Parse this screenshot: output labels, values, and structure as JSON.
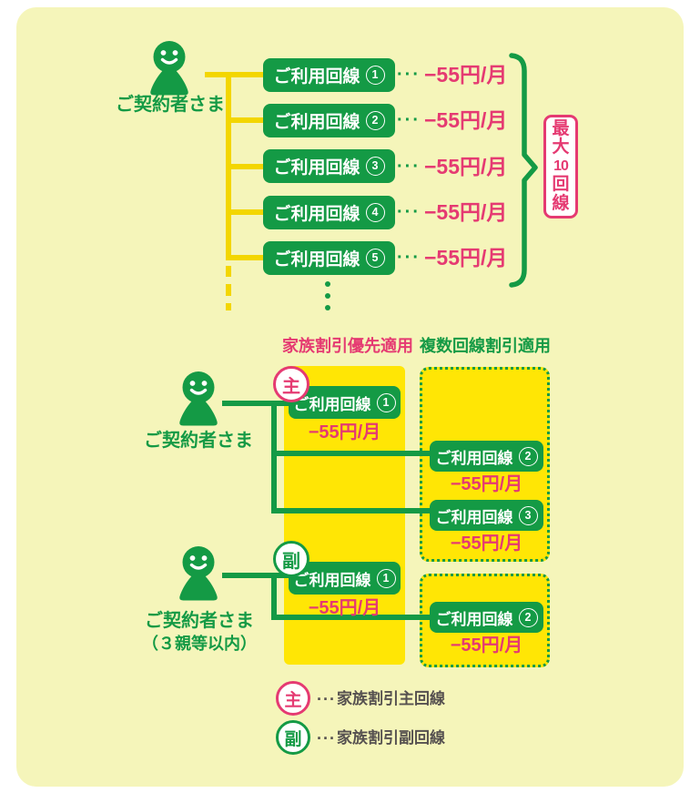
{
  "colors": {
    "green": "#149a45",
    "pink": "#e53a72",
    "bright_yellow": "#ffe605",
    "panel_bg": "#f5f5ba",
    "line_yellow": "#f3d600",
    "dark_text": "#565150"
  },
  "top": {
    "contractor": "ご契約者さま",
    "rows": [
      {
        "label": "ご利用回線",
        "num": "1",
        "dots": "···",
        "discount": "−55円/月"
      },
      {
        "label": "ご利用回線",
        "num": "2",
        "dots": "···",
        "discount": "−55円/月"
      },
      {
        "label": "ご利用回線",
        "num": "3",
        "dots": "···",
        "discount": "−55円/月"
      },
      {
        "label": "ご利用回線",
        "num": "4",
        "dots": "···",
        "discount": "−55円/月"
      },
      {
        "label": "ご利用回線",
        "num": "5",
        "dots": "···",
        "discount": "−55円/月"
      }
    ],
    "max_badge": {
      "line1": "最",
      "line2": "大",
      "line3": "10",
      "line4": "回",
      "line5": "線"
    }
  },
  "family": {
    "header_priority": "家族割引優先適用",
    "header_multi": "複数回線割引適用",
    "main": {
      "contractor": "ご契約者さま",
      "badge": "主",
      "line1": {
        "label": "ご利用回線",
        "num": "1",
        "discount": "−55円/月"
      },
      "multi_lines": [
        {
          "label": "ご利用回線",
          "num": "2",
          "discount": "−55円/月"
        },
        {
          "label": "ご利用回線",
          "num": "3",
          "discount": "−55円/月"
        }
      ]
    },
    "sub": {
      "contractor": "ご契約者さま",
      "contractor_note": "（３親等以内）",
      "badge": "副",
      "line1": {
        "label": "ご利用回線",
        "num": "1",
        "discount": "−55円/月"
      },
      "multi_lines": [
        {
          "label": "ご利用回線",
          "num": "2",
          "discount": "−55円/月"
        }
      ]
    }
  },
  "legend": {
    "main": {
      "badge": "主",
      "dots": "···",
      "label": "家族割引主回線"
    },
    "sub": {
      "badge": "副",
      "dots": "···",
      "label": "家族割引副回線"
    }
  }
}
